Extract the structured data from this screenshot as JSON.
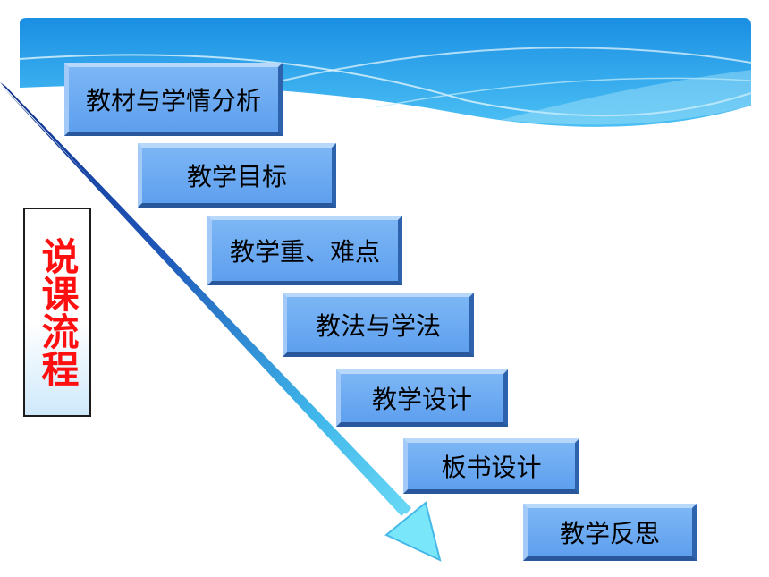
{
  "side_title": "说课流程",
  "steps": [
    {
      "label": "教材与学情分析"
    },
    {
      "label": "教学目标"
    },
    {
      "label": "教学重、难点"
    },
    {
      "label": "教法与学法"
    },
    {
      "label": "教学设计"
    },
    {
      "label": "板书设计"
    },
    {
      "label": "教学反思"
    }
  ],
  "colors": {
    "banner": "#1e9be6",
    "step_fill": "#6fabf3",
    "title_text": "#ff1010",
    "arrow_light": "#66e0f7",
    "arrow_dark": "#0e2f8c"
  }
}
